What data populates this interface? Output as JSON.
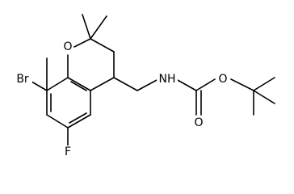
{
  "molecule": {
    "atoms": {
      "o_ring": "O",
      "n_amide": "NH",
      "o_ester": "O",
      "o_carbonyl": "O",
      "br": "Br",
      "f": "F"
    }
  }
}
